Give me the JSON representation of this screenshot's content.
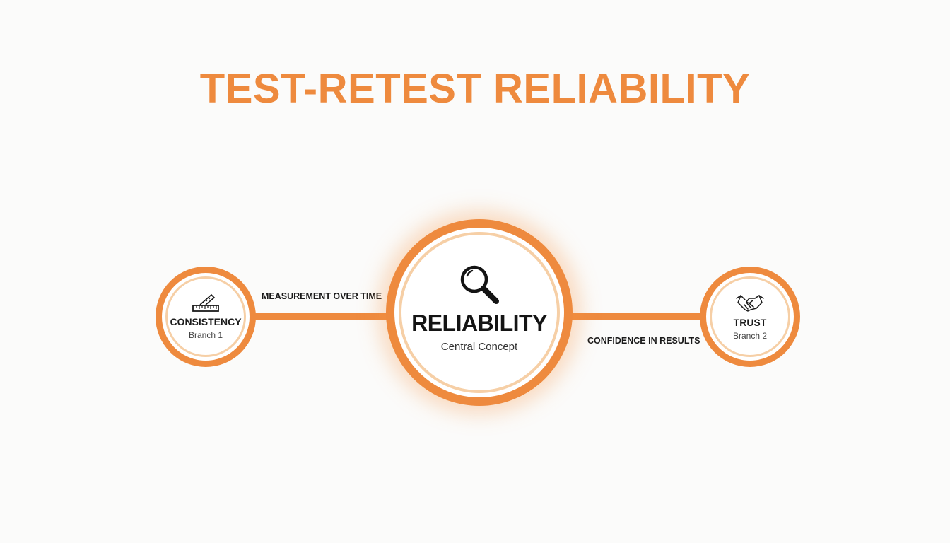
{
  "title": "TEST-RETEST RELIABILITY",
  "colors": {
    "accent": "#ee8a3e",
    "inner_ring": "#f6cfa6",
    "text": "#1b1b1b",
    "background": "#fbfbfa"
  },
  "center_node": {
    "icon": "magnifying-glass-icon",
    "heading": "RELIABILITY",
    "subtitle": "Central Concept"
  },
  "branches": [
    {
      "icon": "ruler-triangle-icon",
      "heading": "CONSISTENCY",
      "subtitle": "Branch 1",
      "edge_label": "MEASUREMENT OVER TIME"
    },
    {
      "icon": "handshake-icon",
      "heading": "TRUST",
      "subtitle": "Branch 2",
      "edge_label": "CONFIDENCE IN RESULTS"
    }
  ]
}
